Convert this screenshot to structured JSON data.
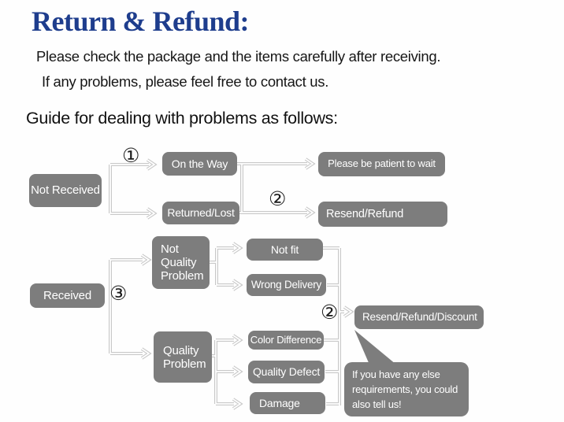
{
  "header": {
    "title": "Return & Refund:",
    "line1": "Please check the package and the items carefully after receiving.",
    "line2": "If any problems, please feel free to contact us.",
    "guide": "Guide for dealing with problems as follows:"
  },
  "flow": {
    "markers": {
      "step1": "①",
      "step2_top": "②",
      "step3": "③",
      "step2_bottom": "②"
    },
    "nodes": {
      "not_received": "Not Received",
      "on_the_way": "On the Way",
      "returned_lost": "Returned/Lost",
      "please_wait": "Please be patient to wait",
      "resend_refund": "Resend/Refund",
      "received": "Received",
      "not_quality_problem": "Not\nQuality\nProblem",
      "not_fit": "Not fit",
      "wrong_delivery": "Wrong Delivery",
      "quality_problem": "Quality\nProblem",
      "color_difference": "Color Difference",
      "quality_defect": "Quality Defect",
      "damage": "Damage",
      "resend_refund_discount": "Resend/Refund/Discount",
      "note": "If you have any else\nrequirements, you could\nalso tell us!"
    },
    "colors": {
      "title_blue": "#1e3d8d",
      "node_gray": "#7d7d7d",
      "wire_gray": "#c8c8c8",
      "text_black": "#1a1a1a"
    }
  }
}
